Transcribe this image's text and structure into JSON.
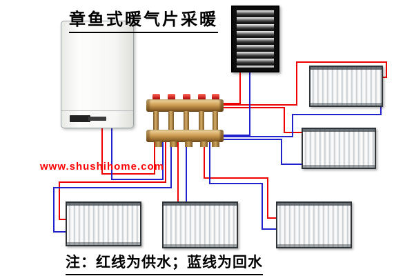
{
  "title": "章鱼式暖气片采暖",
  "watermark": "www.shushihome.com",
  "note": "注：红线为供水；蓝线为回水",
  "colors": {
    "supply-line": "#ee0000",
    "return-line": "#2222cc",
    "watermark-red": "#ff0000",
    "manifold-brass": "#cf9f55"
  }
}
